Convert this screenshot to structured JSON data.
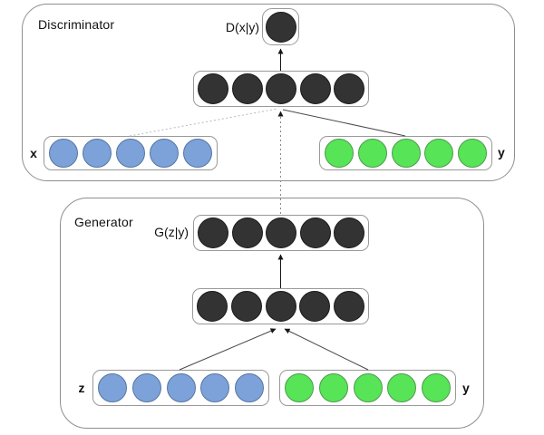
{
  "colors": {
    "node-dark": "#333333",
    "node-dark-border": "#1a1a1a",
    "node-blue": "#7da1d9",
    "node-blue-border": "#54779f",
    "node-green": "#57e457",
    "node-green-border": "#4e9a4e",
    "box-border": "#8f8f8f",
    "row-border": "#999999",
    "line": "#161616",
    "line-dotted": "#b9b9b9",
    "line-dashdot": "#8a8a8a"
  },
  "discriminator": {
    "title": "Discriminator",
    "output": {
      "label": "D(x|y)",
      "nodes": 1,
      "color": "dark"
    },
    "hidden": {
      "nodes": 5,
      "color": "dark"
    },
    "x_input": {
      "label": "x",
      "nodes": 5,
      "color": "blue"
    },
    "y_input": {
      "label": "y",
      "nodes": 5,
      "color": "green"
    }
  },
  "generator": {
    "title": "Generator",
    "output": {
      "label": "G(z|y)",
      "nodes": 5,
      "color": "dark"
    },
    "hidden": {
      "nodes": 5,
      "color": "dark"
    },
    "z_input": {
      "label": "z",
      "nodes": 5,
      "color": "blue"
    },
    "y_input": {
      "label": "y",
      "nodes": 5,
      "color": "green"
    }
  }
}
